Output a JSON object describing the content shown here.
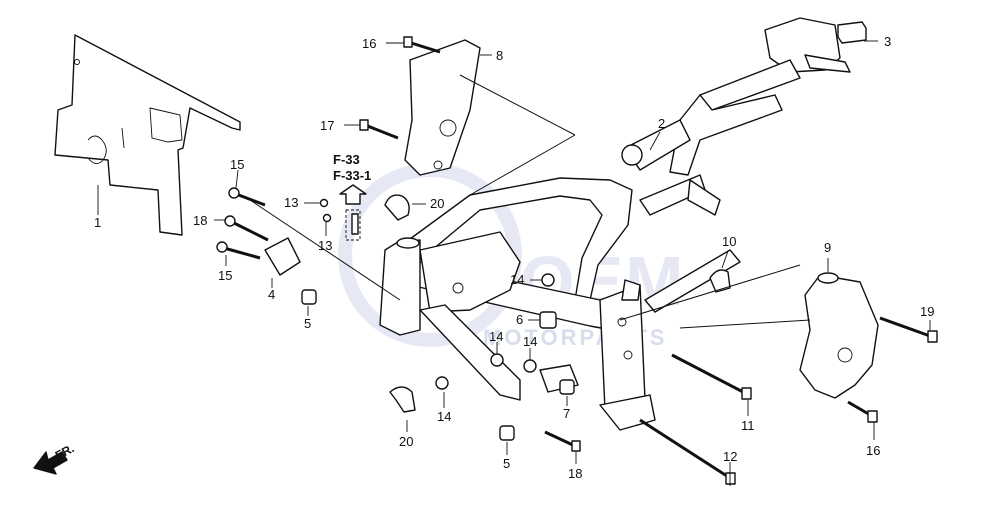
{
  "callouts": [
    {
      "id": "c1",
      "label": "1"
    },
    {
      "id": "c2",
      "label": "2"
    },
    {
      "id": "c3",
      "label": "3"
    },
    {
      "id": "c4",
      "label": "4"
    },
    {
      "id": "c5a",
      "label": "5"
    },
    {
      "id": "c5b",
      "label": "5"
    },
    {
      "id": "c6",
      "label": "6"
    },
    {
      "id": "c7",
      "label": "7"
    },
    {
      "id": "c8",
      "label": "8"
    },
    {
      "id": "c9",
      "label": "9"
    },
    {
      "id": "c10",
      "label": "10"
    },
    {
      "id": "c11",
      "label": "11"
    },
    {
      "id": "c12",
      "label": "12"
    },
    {
      "id": "c13a",
      "label": "13"
    },
    {
      "id": "c13b",
      "label": "13"
    },
    {
      "id": "c14a",
      "label": "14"
    },
    {
      "id": "c14b",
      "label": "14"
    },
    {
      "id": "c14c",
      "label": "14"
    },
    {
      "id": "c14d",
      "label": "14"
    },
    {
      "id": "c15a",
      "label": "15"
    },
    {
      "id": "c15b",
      "label": "15"
    },
    {
      "id": "c16a",
      "label": "16"
    },
    {
      "id": "c16b",
      "label": "16"
    },
    {
      "id": "c17",
      "label": "17"
    },
    {
      "id": "c18a",
      "label": "18"
    },
    {
      "id": "c18b",
      "label": "18"
    },
    {
      "id": "c19",
      "label": "19"
    },
    {
      "id": "c20a",
      "label": "20"
    },
    {
      "id": "c20b",
      "label": "20"
    }
  ],
  "references": {
    "ref1": "F-33",
    "ref2": "F-33-1"
  },
  "direction_label": "FR.",
  "watermark": {
    "brand": "OEM",
    "tagline": "MOTORPARTS"
  }
}
